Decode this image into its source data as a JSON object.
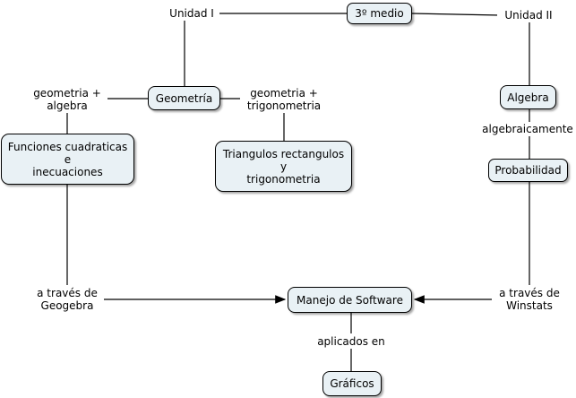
{
  "colors": {
    "node_fill": "#e9f1f5",
    "line": "#000000",
    "background": "#ffffff"
  },
  "nodes": {
    "root": "3º medio",
    "geometria": "Geometría",
    "algebra": "Algebra",
    "funciones": "Funciones cuadraticas\ne\ninecuaciones",
    "triangulos": "Triangulos rectangulos\ny\ntrigonometria",
    "probabilidad": "Probabilidad",
    "software": "Manejo de Software",
    "graficos": "Gráficos"
  },
  "links": {
    "unidad_i": "Unidad I",
    "unidad_ii": "Unidad II",
    "geometria_algebra": "geometria +\nalgebra",
    "geometria_trig": "geometria +\ntrigonometria",
    "algebraicamente": "algebraicamente",
    "via_geogebra": "a través de\nGeogebra",
    "via_winstats": "a través de\nWinstats",
    "aplicados_en": "aplicados en"
  }
}
